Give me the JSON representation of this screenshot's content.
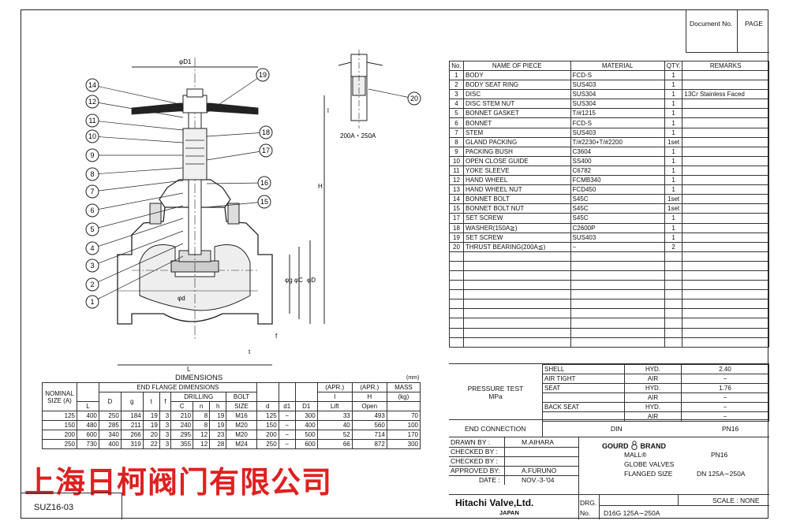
{
  "doc_header": {
    "doc_no_label": "Document No.",
    "page_label": "PAGE"
  },
  "parts": {
    "headers": [
      "No.",
      "NAME OF PIECE",
      "MATERIAL",
      "QTY.",
      "REMARKS"
    ],
    "rows": [
      [
        "1",
        "BODY",
        "FCD-S",
        "1",
        ""
      ],
      [
        "2",
        "BODY SEAT RING",
        "SUS403",
        "1",
        ""
      ],
      [
        "3",
        "DISC",
        "SUS304",
        "1",
        "13Cr Stainless Faced"
      ],
      [
        "4",
        "DISC STEM NUT",
        "SUS304",
        "1",
        ""
      ],
      [
        "5",
        "BONNET GASKET",
        "T/#1215",
        "1",
        ""
      ],
      [
        "6",
        "BONNET",
        "FCD-S",
        "1",
        ""
      ],
      [
        "7",
        "STEM",
        "SUS403",
        "1",
        ""
      ],
      [
        "8",
        "GLAND PACKING",
        "T/#2230+T/#2200",
        "1set",
        ""
      ],
      [
        "9",
        "PACKING BUSH",
        "C3604",
        "1",
        ""
      ],
      [
        "10",
        "OPEN CLOSE GUIDE",
        "SS400",
        "1",
        ""
      ],
      [
        "11",
        "YOKE SLEEVE",
        "C6782",
        "1",
        ""
      ],
      [
        "12",
        "HAND WHEEL",
        "FCMB340",
        "1",
        ""
      ],
      [
        "13",
        "HAND WHEEL NUT",
        "FCD450",
        "1",
        ""
      ],
      [
        "14",
        "BONNET BOLT",
        "S45C",
        "1set",
        ""
      ],
      [
        "15",
        "BONNET BOLT NUT",
        "S45C",
        "1set",
        ""
      ],
      [
        "17",
        "SET SCREW",
        "S45C",
        "1",
        ""
      ],
      [
        "18",
        "WASHER(150A≧)",
        "C2600P",
        "1",
        ""
      ],
      [
        "19",
        "SET SCREW",
        "SUS403",
        "1",
        ""
      ],
      [
        "20",
        "THRUST BEARING(200A≦)",
        "−",
        "2",
        ""
      ]
    ]
  },
  "pressure": {
    "title_line1": "PRESSURE TEST",
    "title_line2": "MPa",
    "rows": [
      [
        "SHELL",
        "HYD.",
        "2.40"
      ],
      [
        "AIR TIGHT",
        "AIR",
        "−"
      ],
      [
        "SEAT",
        "HYD.",
        "1.76"
      ],
      [
        "",
        "AIR",
        "−"
      ],
      [
        "BACK SEAT",
        "HYD.",
        "−"
      ],
      [
        "",
        "AIR",
        "−"
      ]
    ],
    "end_connection_label": "END CONNECTION",
    "end_connection_value": "DIN",
    "end_connection_rating": "PN16"
  },
  "titleblock": {
    "drawn_by_label": "DRAWN BY :",
    "drawn_by": "M.AIHARA",
    "checked_by_label": "CHECKED BY :",
    "approved_by_label": "APPROVED BY:",
    "approved_by": "A.FURUNO",
    "date_label": "DATE :",
    "date": "NOV.-3-'04",
    "brand": "GOURD",
    "brand_suffix": "BRAND",
    "product_line": "MALL®",
    "rating": "PN16",
    "valve_type": "GLOBE VALVES",
    "flanged_size_label": "FLANGED SIZE",
    "flanged_size": "DN 125A∼250A",
    "company": "Hitachi Valve,Ltd.",
    "country": "JAPAN",
    "drg_label": "DRG.",
    "no_label": "No.",
    "drg_no": "D16G 125A∼250A",
    "scale": "SCALE : NONE"
  },
  "dimensions": {
    "title": "DIMENSIONS",
    "unit": "(mm)",
    "group_end_flange": "END FLANGE DIMENSIONS",
    "group_drilling": "DRILLING",
    "h_nominal": "NOMINAL SIZE (A)",
    "h_cols": [
      "L",
      "D",
      "g",
      "t",
      "f",
      "C",
      "n",
      "h",
      "BOLT SIZE",
      "d",
      "d1",
      "D1",
      "l",
      "H",
      "MASS"
    ],
    "h_top": {
      "apr1": "(APR.)",
      "apr2": "(APR.)",
      "lift": "Lift",
      "open": "Open",
      "kg": "(kg)"
    },
    "rows": [
      [
        "125",
        "400",
        "250",
        "184",
        "19",
        "3",
        "210",
        "8",
        "19",
        "M16",
        "125",
        "−",
        "300",
        "33",
        "493",
        "70"
      ],
      [
        "150",
        "480",
        "285",
        "211",
        "19",
        "3",
        "240",
        "8",
        "19",
        "M20",
        "150",
        "−",
        "400",
        "40",
        "560",
        "100"
      ],
      [
        "200",
        "600",
        "340",
        "266",
        "20",
        "3",
        "295",
        "12",
        "23",
        "M20",
        "200",
        "−",
        "500",
        "52",
        "714",
        "170"
      ],
      [
        "250",
        "730",
        "400",
        "319",
        "22",
        "3",
        "355",
        "12",
        "28",
        "M24",
        "250",
        "−",
        "600",
        "66",
        "872",
        "300"
      ]
    ]
  },
  "drawing": {
    "detail_label": "200A・250A",
    "dim_D1": "φD1",
    "dim_H": "H",
    "dim_l": "l",
    "dim_L": "L",
    "dim_d": "φd",
    "dim_g": "φg",
    "dim_C": "φC",
    "dim_D": "φD",
    "dim_f": "f",
    "dim_t": "t",
    "callouts": [
      "14",
      "12",
      "11",
      "10",
      "9",
      "8",
      "7",
      "6",
      "5",
      "4",
      "3",
      "2",
      "1",
      "19",
      "18",
      "17",
      "16",
      "15",
      "20"
    ]
  },
  "watermark": "上海日柯阀门有限公司",
  "doc_code": "SUZ16-03"
}
